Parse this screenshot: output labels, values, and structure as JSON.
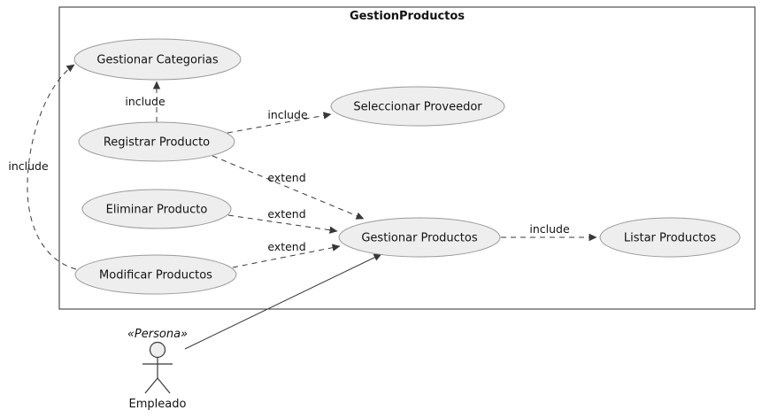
{
  "diagram": {
    "title": "GestionProductos",
    "colors": {
      "node_fill": "#eeeeee",
      "node_stroke": "#9a9a9a",
      "line": "#383838",
      "text": "#121212",
      "background": "#ffffff"
    },
    "usecases": [
      {
        "label": "Gestionar Categorias"
      },
      {
        "label": "Seleccionar Proveedor"
      },
      {
        "label": "Registrar Producto"
      },
      {
        "label": "Eliminar Producto"
      },
      {
        "label": "Gestionar Productos"
      },
      {
        "label": "Modificar Productos"
      },
      {
        "label": "Listar Productos"
      }
    ],
    "actor": {
      "stereotype": "«Persona»",
      "name": "Empleado"
    },
    "relations": [
      {
        "from": "Registrar Producto",
        "to": "Gestionar Categorias",
        "label": "include",
        "line": "dashed"
      },
      {
        "from": "Registrar Producto",
        "to": "Seleccionar Proveedor",
        "label": "include",
        "line": "dashed"
      },
      {
        "from": "Registrar Producto",
        "to": "Gestionar Productos",
        "label": "extend",
        "line": "dashed"
      },
      {
        "from": "Eliminar Producto",
        "to": "Gestionar Productos",
        "label": "extend",
        "line": "dashed"
      },
      {
        "from": "Modificar Productos",
        "to": "Gestionar Productos",
        "label": "extend",
        "line": "dashed"
      },
      {
        "from": "Modificar Productos",
        "to": "Gestionar Categorias",
        "label": "include",
        "line": "dashed"
      },
      {
        "from": "Gestionar Productos",
        "to": "Listar Productos",
        "label": "include",
        "line": "dashed"
      },
      {
        "from": "Empleado",
        "to": "Gestionar Productos",
        "line": "solid"
      }
    ]
  }
}
